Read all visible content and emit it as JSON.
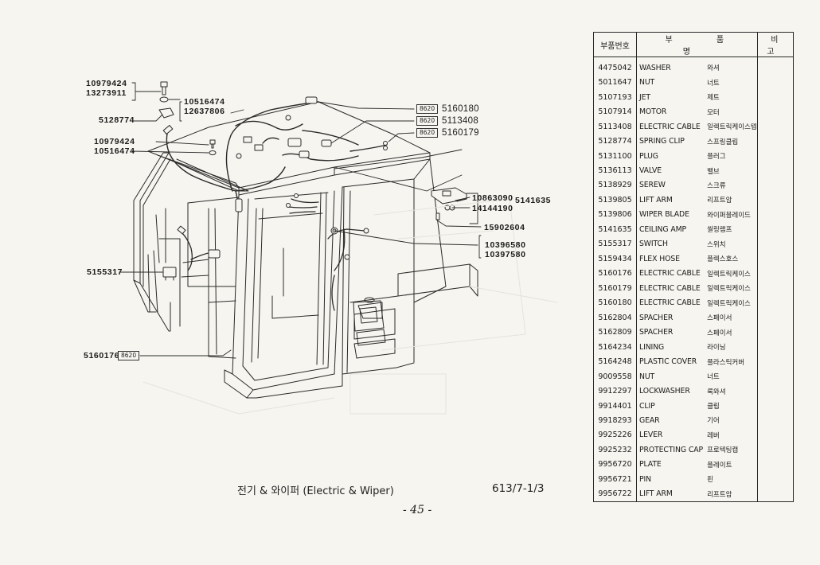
{
  "page": {
    "caption": "전기 & 와이퍼 (Electric & Wiper)",
    "plate_number": "613/7-1/3",
    "page_number": "- 45 -"
  },
  "diagram": {
    "callouts": {
      "bolt_a": "10979424",
      "bolt_b": "13273911",
      "washer_a": "10516474",
      "washer_b": "12637806",
      "spring_clip": "5128774",
      "bolt_c": "10979424",
      "washer_c": "10516474",
      "switch": "5155317",
      "cable_bottom": "5160176",
      "cable_top1": "5160180",
      "cable_top2": "5113408",
      "cable_top3": "5160179",
      "lamp_part1": "10863090",
      "lamp_part2": "14144190",
      "lamp_assembly": "5141635",
      "screw": "15902604",
      "grommet_a": "10396580",
      "grommet_b": "10397580"
    },
    "tag_label": "8620"
  },
  "parts_table": {
    "headers": {
      "part_no": "부품번호",
      "part_name": "부 품 명",
      "remarks": "비 고"
    },
    "rows": [
      {
        "no": "4475042",
        "en": "WASHER",
        "ko": "와셔"
      },
      {
        "no": "5011647",
        "en": "NUT",
        "ko": "너트"
      },
      {
        "no": "5107193",
        "en": "JET",
        "ko": "제트"
      },
      {
        "no": "5107914",
        "en": "MOTOR",
        "ko": "모터"
      },
      {
        "no": "5113408",
        "en": "ELECTRIC CABLE",
        "ko": "일렉트릭케이스텝"
      },
      {
        "no": "5128774",
        "en": "SPRING CLIP",
        "ko": "스프링클립"
      },
      {
        "no": "5131100",
        "en": "PLUG",
        "ko": "플러그"
      },
      {
        "no": "5136113",
        "en": "VALVE",
        "ko": "밸브"
      },
      {
        "no": "5138929",
        "en": "SEREW",
        "ko": "스크류"
      },
      {
        "no": "5139805",
        "en": "LIFT ARM",
        "ko": "리프트암"
      },
      {
        "no": "5139806",
        "en": "WIPER BLADE",
        "ko": "와이퍼블레이드"
      },
      {
        "no": "5141635",
        "en": "CEILING AMP",
        "ko": "씰링램프"
      },
      {
        "no": "5155317",
        "en": "SWITCH",
        "ko": "스위치"
      },
      {
        "no": "5159434",
        "en": "FLEX HOSE",
        "ko": "플렉스호스"
      },
      {
        "no": "5160176",
        "en": "ELECTRIC CABLE",
        "ko": "일렉트릭케이스"
      },
      {
        "no": "5160179",
        "en": "ELECTRIC CABLE",
        "ko": "일렉트릭케이스"
      },
      {
        "no": "5160180",
        "en": "ELECTRIC CABLE",
        "ko": "일렉트릭케이스"
      },
      {
        "no": "5162804",
        "en": "SPACHER",
        "ko": "스페이서"
      },
      {
        "no": "5162809",
        "en": "SPACHER",
        "ko": "스페이서"
      },
      {
        "no": "5164234",
        "en": "LINING",
        "ko": "라이닝"
      },
      {
        "no": "5164248",
        "en": "PLASTIC COVER",
        "ko": "플라스틱커버"
      },
      {
        "no": "9009558",
        "en": "NUT",
        "ko": "너트"
      },
      {
        "no": "9912297",
        "en": "LOCKWASHER",
        "ko": "록와셔"
      },
      {
        "no": "9914401",
        "en": "CLIP",
        "ko": "클립"
      },
      {
        "no": "9918293",
        "en": "GEAR",
        "ko": "기어"
      },
      {
        "no": "9925226",
        "en": "LEVER",
        "ko": "레버"
      },
      {
        "no": "9925232",
        "en": "PROTECTING CAP",
        "ko": "프로텍팅캡"
      },
      {
        "no": "9956720",
        "en": "PLATE",
        "ko": "플레이트"
      },
      {
        "no": "9956721",
        "en": "PIN",
        "ko": "핀"
      },
      {
        "no": "9956722",
        "en": "LIFT ARM",
        "ko": "리프트암"
      }
    ]
  },
  "colors": {
    "paper": "#f6f5ef",
    "ink": "#1a1a1a"
  }
}
